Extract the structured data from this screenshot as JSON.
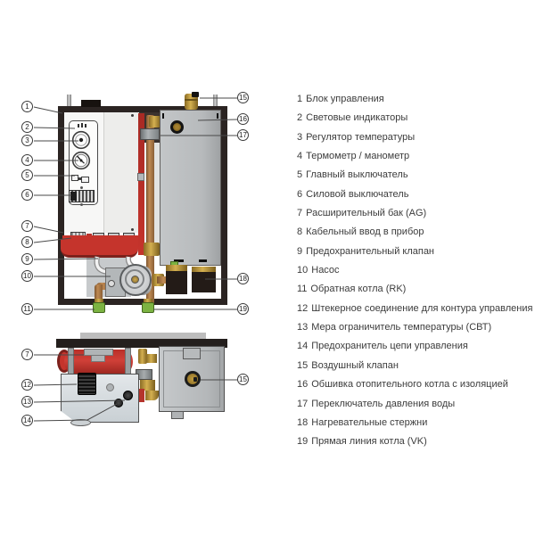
{
  "legend": {
    "items": [
      {
        "num": "1",
        "label": "Блок управления"
      },
      {
        "num": "2",
        "label": "Световые индикаторы"
      },
      {
        "num": "3",
        "label": "Регулятор температуры"
      },
      {
        "num": "4",
        "label": "Термометр / манометр"
      },
      {
        "num": "5",
        "label": "Главный выключатель"
      },
      {
        "num": "6",
        "label": "Силовой выключатель"
      },
      {
        "num": "7",
        "label": "Расширительный бак (AG)"
      },
      {
        "num": "8",
        "label": "Кабельный ввод в прибор"
      },
      {
        "num": "9",
        "label": "Предохранительный клапан"
      },
      {
        "num": "10",
        "label": "Насос"
      },
      {
        "num": "11",
        "label": "Обратная котла (RK)"
      },
      {
        "num": "12",
        "label": "Штекерное соединение для контура управления"
      },
      {
        "num": "13",
        "label": "Мера ограничитель температуры (СВТ)"
      },
      {
        "num": "14",
        "label": "Предохранитель цепи управления"
      },
      {
        "num": "15",
        "label": "Воздушный клапан"
      },
      {
        "num": "16",
        "label": "Обшивка отопительного котла с изоляцией"
      },
      {
        "num": "17",
        "label": "Переключатель давления воды"
      },
      {
        "num": "18",
        "label": "Нагревательные стержни"
      },
      {
        "num": "19",
        "label": "Прямая линия котла (VK)"
      }
    ]
  },
  "diagram": {
    "upper": {
      "callouts_left": [
        "1",
        "2",
        "3",
        "4",
        "5",
        "6",
        "7",
        "8",
        "9",
        "10",
        "11"
      ],
      "callouts_right": [
        "15",
        "16",
        "17",
        "18",
        "19"
      ]
    },
    "lower": {
      "callouts_left": [
        "7",
        "12",
        "13",
        "14"
      ],
      "callouts_right": [
        "15"
      ]
    }
  },
  "colors": {
    "accent_red": "#c5342c",
    "copper": "#b5854f",
    "brass": "#b58a2e",
    "panel_gray": "#b9bcbe",
    "frame_dark": "#2b2422",
    "connector_green": "#7cb342"
  }
}
